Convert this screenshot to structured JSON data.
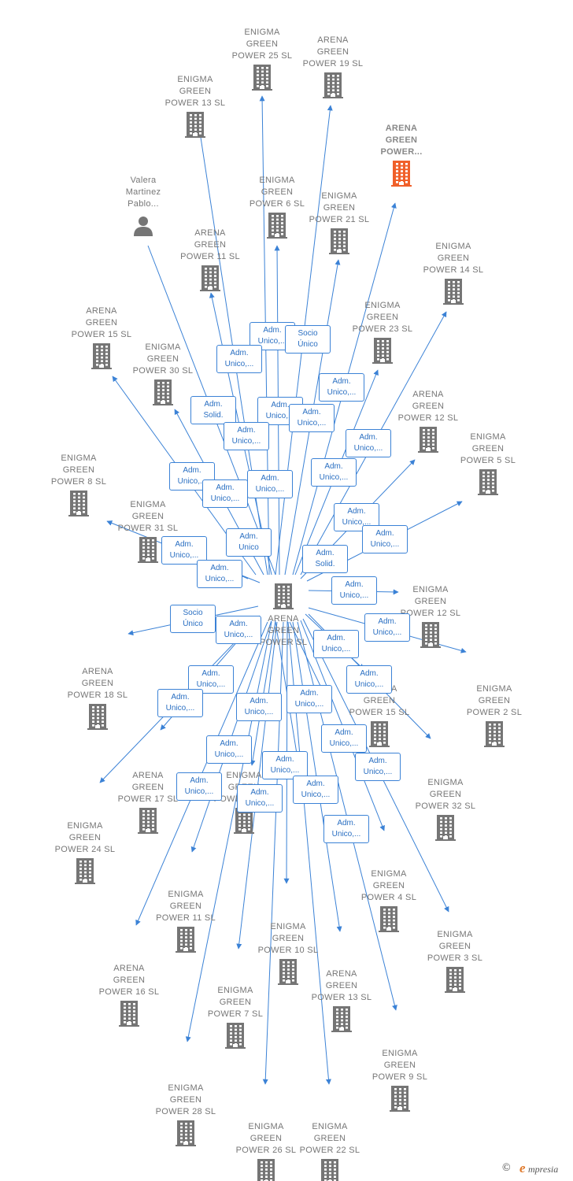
{
  "colors": {
    "edge": "#3b82d6",
    "building": "#757575",
    "focus_building": "#f0602a",
    "person": "#757575",
    "label": "#777777"
  },
  "center": {
    "label": "ARENA\nGREEN\nPOWER  SL",
    "icon": "building-icon"
  },
  "nodes": [
    {
      "id": "n1",
      "label": "ENIGMA\nGREEN\nPOWER 25  SL",
      "type": "company"
    },
    {
      "id": "n2",
      "label": "ARENA\nGREEN\nPOWER 19  SL",
      "type": "company"
    },
    {
      "id": "n3",
      "label": "ENIGMA\nGREEN\nPOWER 13  SL",
      "type": "company"
    },
    {
      "id": "n4",
      "label": "ARENA\nGREEN\nPOWER...",
      "type": "focus"
    },
    {
      "id": "n5",
      "label": "Valera\nMartinez\nPablo...",
      "type": "person"
    },
    {
      "id": "n6",
      "label": "ENIGMA\nGREEN\nPOWER 6  SL",
      "type": "company"
    },
    {
      "id": "n7",
      "label": "ENIGMA\nGREEN\nPOWER 21  SL",
      "type": "company"
    },
    {
      "id": "n8",
      "label": "ARENA\nGREEN\nPOWER 11  SL",
      "type": "company"
    },
    {
      "id": "n9",
      "label": "ENIGMA\nGREEN\nPOWER 14  SL",
      "type": "company"
    },
    {
      "id": "n10",
      "label": "ARENA\nGREEN\nPOWER 15  SL",
      "type": "company"
    },
    {
      "id": "n11",
      "label": "ENIGMA\nGREEN\nPOWER 23  SL",
      "type": "company"
    },
    {
      "id": "n12",
      "label": "ENIGMA\nGREEN\nPOWER 30  SL",
      "type": "company"
    },
    {
      "id": "n13",
      "label": "ARENA\nGREEN\nPOWER 12  SL",
      "type": "company"
    },
    {
      "id": "n14",
      "label": "ENIGMA\nGREEN\nPOWER 5  SL",
      "type": "company"
    },
    {
      "id": "n15",
      "label": "ENIGMA\nGREEN\nPOWER 8  SL",
      "type": "company"
    },
    {
      "id": "n16",
      "label": "ENIGMA\nGREEN\nPOWER 31  SL",
      "type": "company"
    },
    {
      "id": "n17",
      "label": "ENIGMA\nGREEN\nPOWER 12  SL",
      "type": "company"
    },
    {
      "id": "n18",
      "label": "ARENA\nGREEN\nPOWER 18  SL",
      "type": "company"
    },
    {
      "id": "n19",
      "label": "ENIGMA\nGREEN\nPOWER 2  SL",
      "type": "company"
    },
    {
      "id": "n20",
      "label": "ENIGMA\nGREEN\nPOWER 15  SL",
      "type": "company"
    },
    {
      "id": "n21",
      "label": "ARENA\nGREEN\nPOWER 17  SL",
      "type": "company"
    },
    {
      "id": "n22",
      "label": "ENIGMA\nGREEN\nPOWER 32  SL",
      "type": "company"
    },
    {
      "id": "n23",
      "label": "ENIGMA\nGREEN\nPOWER 24  SL",
      "type": "company"
    },
    {
      "id": "n24",
      "label": "ENIGMA\nGREEN\nPOWER 29  SL",
      "type": "company"
    },
    {
      "id": "n25",
      "label": "ENIGMA\nGREEN\nPOWER 4  SL",
      "type": "company"
    },
    {
      "id": "n26",
      "label": "ENIGMA\nGREEN\nPOWER 11  SL",
      "type": "company"
    },
    {
      "id": "n27",
      "label": "ENIGMA\nGREEN\nPOWER 10  SL",
      "type": "company"
    },
    {
      "id": "n28",
      "label": "ENIGMA\nGREEN\nPOWER 3  SL",
      "type": "company"
    },
    {
      "id": "n29",
      "label": "ARENA\nGREEN\nPOWER 16  SL",
      "type": "company"
    },
    {
      "id": "n30",
      "label": "ENIGMA\nGREEN\nPOWER 7  SL",
      "type": "company"
    },
    {
      "id": "n31",
      "label": "ARENA\nGREEN\nPOWER 13  SL",
      "type": "company"
    },
    {
      "id": "n32",
      "label": "ENIGMA\nGREEN\nPOWER 9  SL",
      "type": "company"
    },
    {
      "id": "n33",
      "label": "ENIGMA\nGREEN\nPOWER 28  SL",
      "type": "company"
    },
    {
      "id": "n34",
      "label": "ENIGMA\nGREEN\nPOWER 26  SL",
      "type": "company"
    },
    {
      "id": "n35",
      "label": "ENIGMA\nGREEN\nPOWER 22  SL",
      "type": "company"
    }
  ],
  "relations": [
    "Adm.\nUnico,...",
    "Socio\nÚnico",
    "Adm.\nUnico,...",
    "Adm.\nUnico,...",
    "Adm.\nSolid.",
    "Adm.\nUnico,...",
    "Adm.\nUnico,...",
    "Adm.\nUnico,...",
    "Adm.\nUnico,...",
    "Adm.\nUnico,...",
    "Adm.\nUnico,...",
    "Adm.\nUnico,...",
    "Adm.\nUnico,...",
    "Adm.\nUnico",
    "Adm.\nUnico,...",
    "Adm.\nUnico,...",
    "Adm.\nUnico,...",
    "Adm.\nSolid.",
    "Adm.\nUnico,...",
    "Socio\nÚnico",
    "Adm.\nUnico,...",
    "Adm.\nUnico,...",
    "Adm.\nUnico,...",
    "Adm.\nUnico,...",
    "Adm.\nUnico,...",
    "Adm.\nUnico,...",
    "Adm.\nUnico,...",
    "Adm.\nUnico,...",
    "Adm.\nUnico,...",
    "Adm.\nUnico,...",
    "Adm.\nUnico,...",
    "Adm.\nUnico,...",
    "Adm.\nUnico,...",
    "Adm.\nUnico,...",
    "Adm.\nUnico,...",
    "Adm.\nUnico,...",
    "Adm.\nUnico,..."
  ],
  "footer": {
    "copyright": "©",
    "brand_initial": "e",
    "brand": "mpresia"
  }
}
